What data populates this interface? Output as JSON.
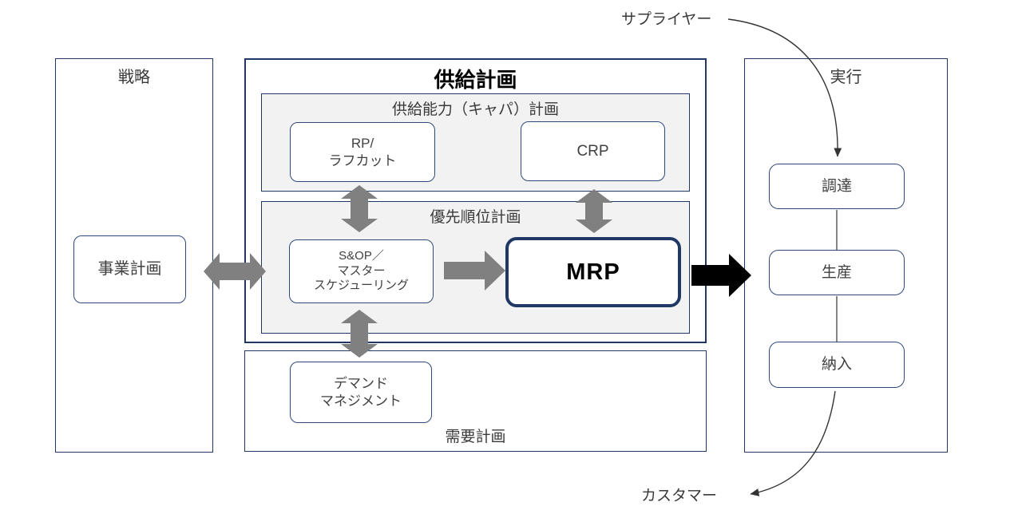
{
  "colors": {
    "frame_border": "#1f3864",
    "node_border": "#2e4a7d",
    "panel_fill": "#f2f2f2",
    "arrow_gray": "#808080",
    "arrow_black": "#000000",
    "line_dark": "#333333"
  },
  "strategy": {
    "title": "戦略",
    "business_plan": "事業計画"
  },
  "supply": {
    "title": "供給計画",
    "capacity": {
      "title": "供給能力（キャパ）計画",
      "rp": "RP/\nラフカット",
      "crp": "CRP"
    },
    "priority": {
      "title": "優先順位計画",
      "sop": "S&OP／\nマスター\nスケジューリング",
      "mrp": "MRP"
    }
  },
  "demand": {
    "title": "需要計画",
    "demand_management": "デマンド\nマネジメント"
  },
  "execution": {
    "title": "実行",
    "procurement": "調達",
    "production": "生産",
    "delivery": "納入"
  },
  "external": {
    "supplier": "サプライヤー",
    "customer": "カスタマー"
  }
}
